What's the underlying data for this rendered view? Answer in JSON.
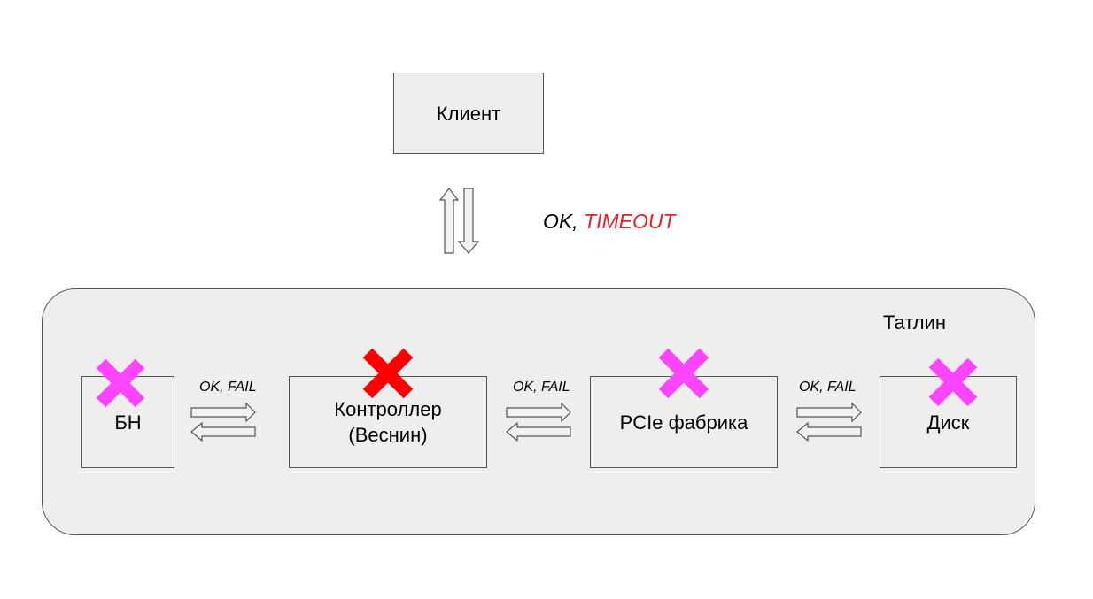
{
  "nodes": {
    "client": "Клиент",
    "bn": "БН",
    "controller_line1": "Контроллер",
    "controller_line2": "(Веснин)",
    "pcie": "PCIe фабрика",
    "disk": "Диск"
  },
  "container_label": "Татлин",
  "client_link": {
    "ok": "OK,",
    "timeout": "TIMEOUT"
  },
  "edge_labels": {
    "bn_controller": "OK, FAIL",
    "controller_pcie": "OK, FAIL",
    "pcie_disk": "OK, FAIL"
  },
  "colors": {
    "failure_critical": "#ff0000",
    "failure_other": "#ff44ff",
    "timeout_text": "#e8202a",
    "box_fill": "#eeeeee",
    "box_border": "#555555"
  },
  "markers": [
    {
      "target": "bn",
      "icon": "cross-icon",
      "color": "#ff44ff"
    },
    {
      "target": "controller",
      "icon": "cross-icon",
      "color": "#ff0000"
    },
    {
      "target": "pcie",
      "icon": "cross-icon",
      "color": "#ff44ff"
    },
    {
      "target": "disk",
      "icon": "cross-icon",
      "color": "#ff44ff"
    }
  ]
}
